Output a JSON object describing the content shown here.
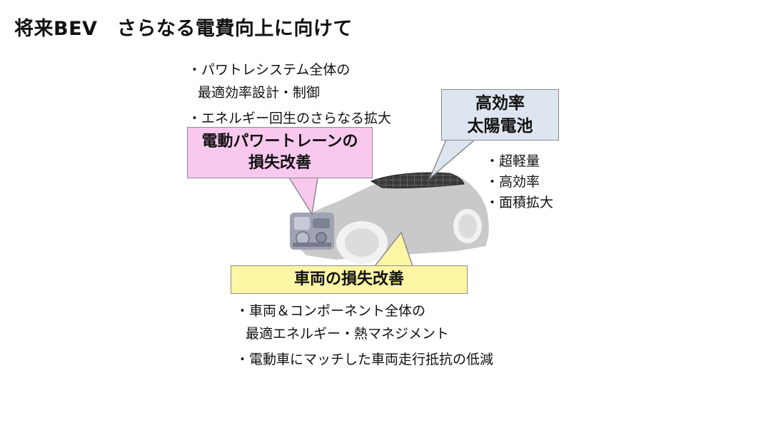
{
  "title": "将来BEV　さらなる電費向上に向けて",
  "powertrain_notes": {
    "line1": "・パワトレシステム全体の",
    "line2": "最適効率設計・制御",
    "line3": "・エネルギー回生のさらなる拡大"
  },
  "powertrain_callout": {
    "line1": "電動パワートレーンの",
    "line2": "損失改善"
  },
  "solar_callout": {
    "line1": "高効率",
    "line2": "太陽電池"
  },
  "solar_notes": {
    "line1": "・超軽量",
    "line2": "・高効率",
    "line3": "・面積拡大"
  },
  "vehicle_callout": {
    "label": "車両の損失改善"
  },
  "vehicle_notes": {
    "line1": "・車両＆コンポーネント全体の",
    "line2": "最適エネルギー・熱マネジメント",
    "line3": "・電動車にマッチした車両走行抵抗の低減"
  },
  "colors": {
    "pink_box": "#f9c8ef",
    "blue_box": "#dde5f0",
    "yellow_box": "#fcf6a5",
    "car_body": "#c8c8c8"
  }
}
